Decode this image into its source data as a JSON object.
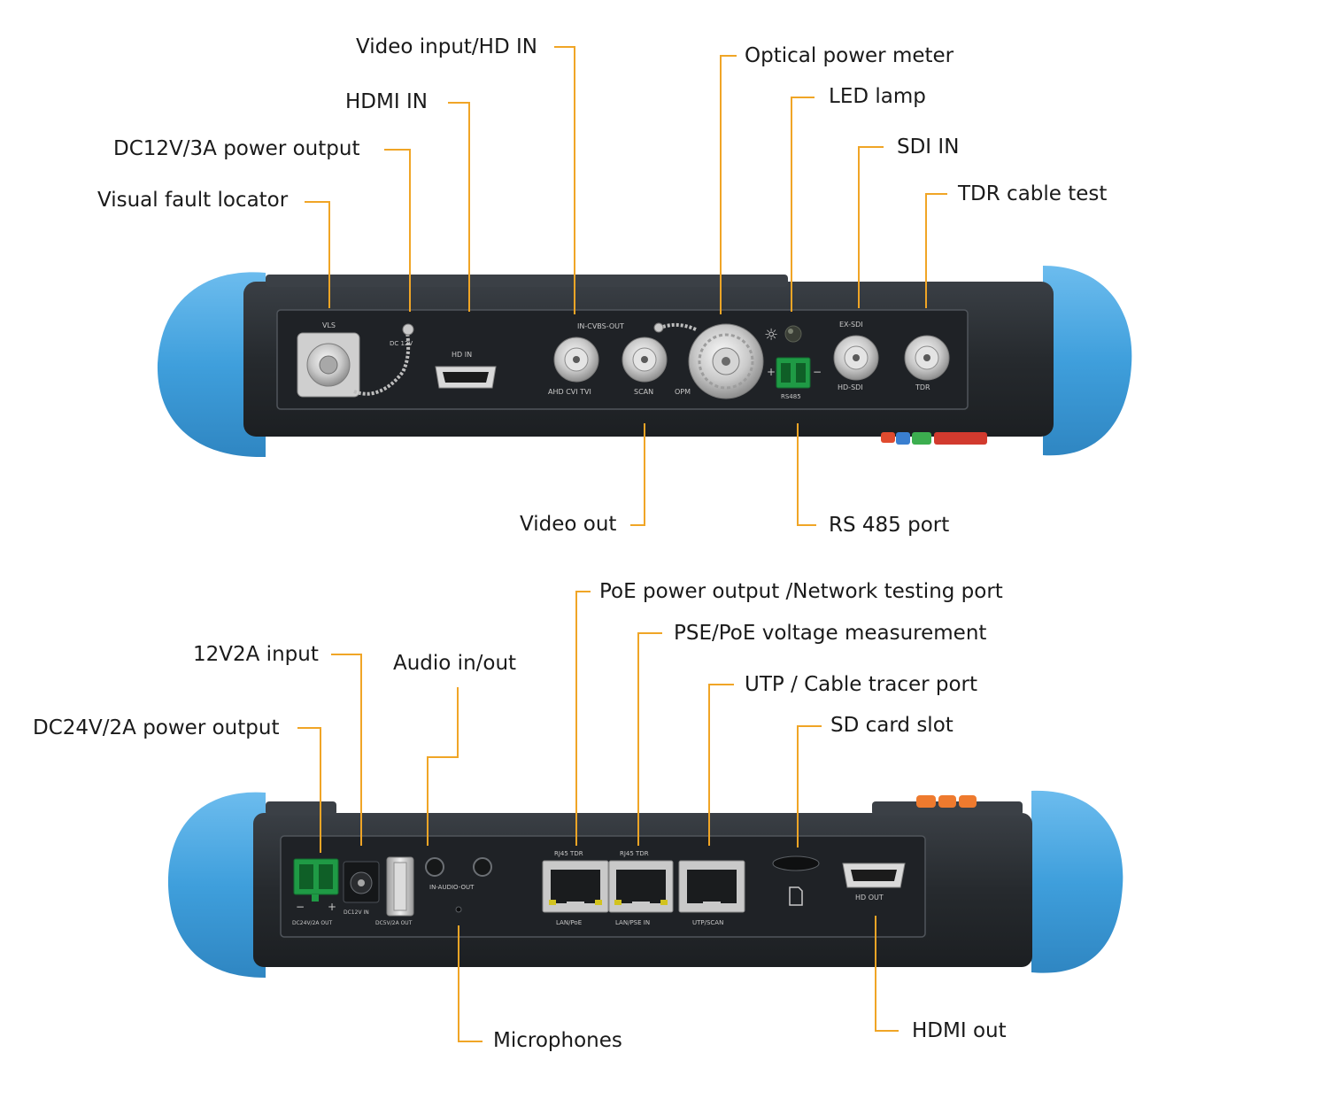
{
  "colors": {
    "leader": "#f0a526",
    "bumper": "#4fa9e2",
    "body": "#2b2f34",
    "panel": "#1f2226",
    "terminal_green": "#1f9a45"
  },
  "top_view": {
    "callouts": [
      "Video input/HD IN",
      "HDMI IN",
      "DC12V/3A power output",
      "Visual fault locator",
      "Optical power meter",
      "LED lamp",
      "SDI IN",
      "TDR cable test",
      "Video out",
      "RS 485 port"
    ],
    "silkscreen": {
      "vls": "VLS",
      "hd_in": "HD IN",
      "cvbs_header": "IN-CVBS-OUT",
      "ahd": "AHD CVI TVI",
      "scan": "SCAN",
      "opm": "OPM",
      "ex_sdi": "EX-SDI",
      "hd_sdi": "HD-SDI",
      "tdr": "TDR",
      "rs485": "RS485",
      "dc12_fragment": "DC 12V"
    }
  },
  "bottom_view": {
    "callouts": [
      "12V2A input",
      "DC24V/2A power output",
      "Audio in/out",
      "PoE power output /Network testing port",
      "PSE/PoE voltage measurement",
      "UTP / Cable tracer port",
      "SD card slot",
      "Microphones",
      "HDMI out"
    ],
    "silkscreen": {
      "dc24_out": "DC24V/2A OUT",
      "dc12_in": "DC12V IN",
      "dc5_out": "DC5V/2A OUT",
      "audio": "IN-AUDIO-OUT",
      "rj45_tdr_1": "RJ45 TDR",
      "rj45_tdr_2": "RJ45 TDR",
      "lan_poe": "LAN/PoE",
      "lan_pse_in": "LAN/PSE IN",
      "utp_scan": "UTP/SCAN",
      "hd_out": "HD OUT",
      "minus": "−",
      "plus": "+"
    }
  }
}
